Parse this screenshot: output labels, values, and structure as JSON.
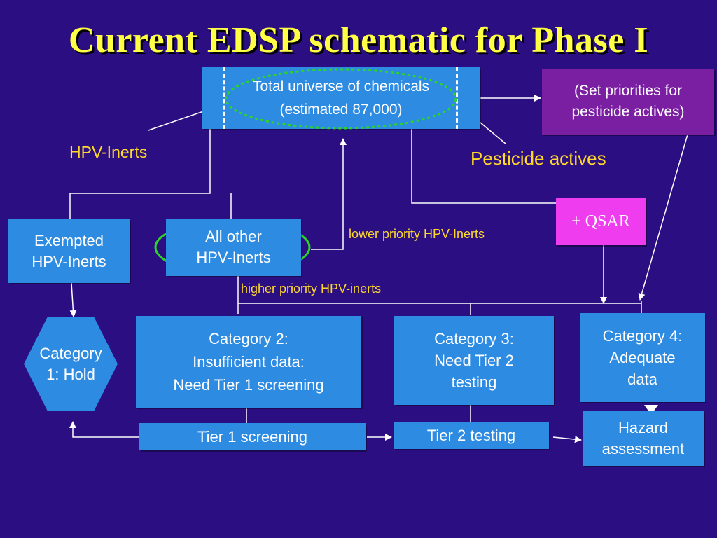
{
  "title": "Current EDSP schematic for Phase I",
  "universe": {
    "line1": "Total universe of chemicals",
    "line2": "(estimated 87,000)"
  },
  "set_priorities": {
    "line1": "(Set priorities for",
    "line2": "pesticide actives)"
  },
  "labels": {
    "hpv_inerts": "HPV-Inerts",
    "pesticide_actives": "Pesticide actives",
    "lower_priority": "lower priority HPV-Inerts",
    "higher_priority": "higher priority HPV-inerts"
  },
  "qsar": "+ QSAR",
  "exempted": {
    "line1": "Exempted",
    "line2": "HPV-Inerts"
  },
  "all_other": {
    "line1": "All other",
    "line2": "HPV-Inerts"
  },
  "category1": {
    "line1": "Category",
    "line2": "1: Hold"
  },
  "category2": {
    "line1": "Category 2:",
    "line2": "Insufficient data:",
    "line3": "Need Tier 1 screening"
  },
  "category3": {
    "line1": "Category 3:",
    "line2": "Need Tier 2",
    "line3": "testing"
  },
  "category4": {
    "line1": "Category 4:",
    "line2": "Adequate",
    "line3": "data"
  },
  "tier1": "Tier 1 screening",
  "tier2": "Tier 2 testing",
  "hazard": {
    "line1": "Hazard",
    "line2": "assessment"
  },
  "colors": {
    "background": "#2a0e82",
    "box": "#2e8be2",
    "title": "#ffff44",
    "label_yellow": "#ffd82b",
    "purple_box": "#7b1fa2",
    "qsar_box": "#ee3cee",
    "green_ellipse": "#2bd42b"
  }
}
